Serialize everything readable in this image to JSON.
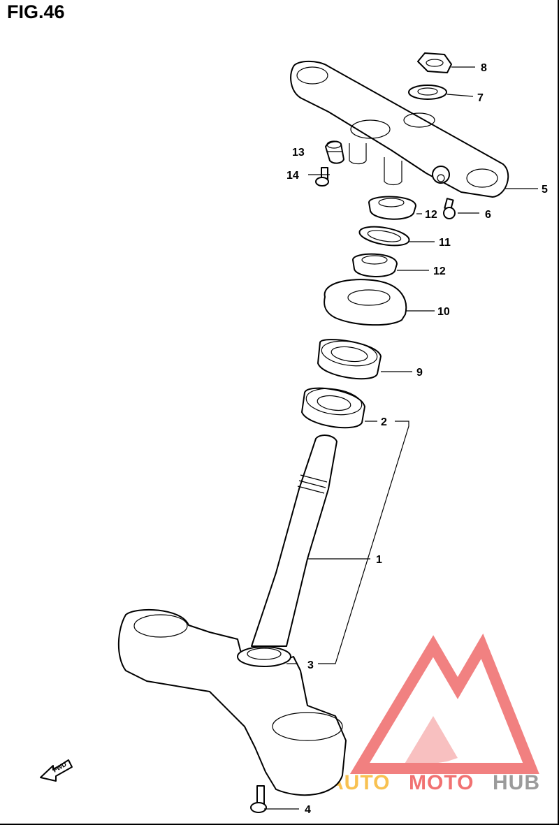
{
  "figure": {
    "title": "FIG.46"
  },
  "callouts": [
    {
      "number": "1",
      "part": "steering-stem"
    },
    {
      "number": "2",
      "part": "lower-bearing"
    },
    {
      "number": "3",
      "part": "dust-seal"
    },
    {
      "number": "4",
      "part": "bolt"
    },
    {
      "number": "5",
      "part": "upper-bracket"
    },
    {
      "number": "6",
      "part": "bracket-bolt"
    },
    {
      "number": "7",
      "part": "washer"
    },
    {
      "number": "8",
      "part": "stem-nut"
    },
    {
      "number": "9",
      "part": "upper-bearing"
    },
    {
      "number": "10",
      "part": "bearing-cover"
    },
    {
      "number": "11",
      "part": "lock-washer"
    },
    {
      "number": "12",
      "part": "lock-nut"
    },
    {
      "number": "13",
      "part": "cushion"
    },
    {
      "number": "14",
      "part": "screw"
    }
  ],
  "labels": {
    "c1": "1",
    "c2": "2",
    "c3": "3",
    "c4": "4",
    "c5": "5",
    "c6": "6",
    "c7": "7",
    "c8": "8",
    "c9": "9",
    "c10": "10",
    "c11": "11",
    "c12a": "12",
    "c12b": "12",
    "c13": "13",
    "c14": "14"
  },
  "direction_marker": {
    "text": "FWD"
  },
  "watermark": {
    "part1": "AUTO",
    "part2": "MOTO",
    "part3": "HUB"
  },
  "colors": {
    "watermark_orange": "#f7b733",
    "watermark_red": "#ef5a5a",
    "watermark_gray": "#8a8a8a",
    "line": "#000000"
  }
}
